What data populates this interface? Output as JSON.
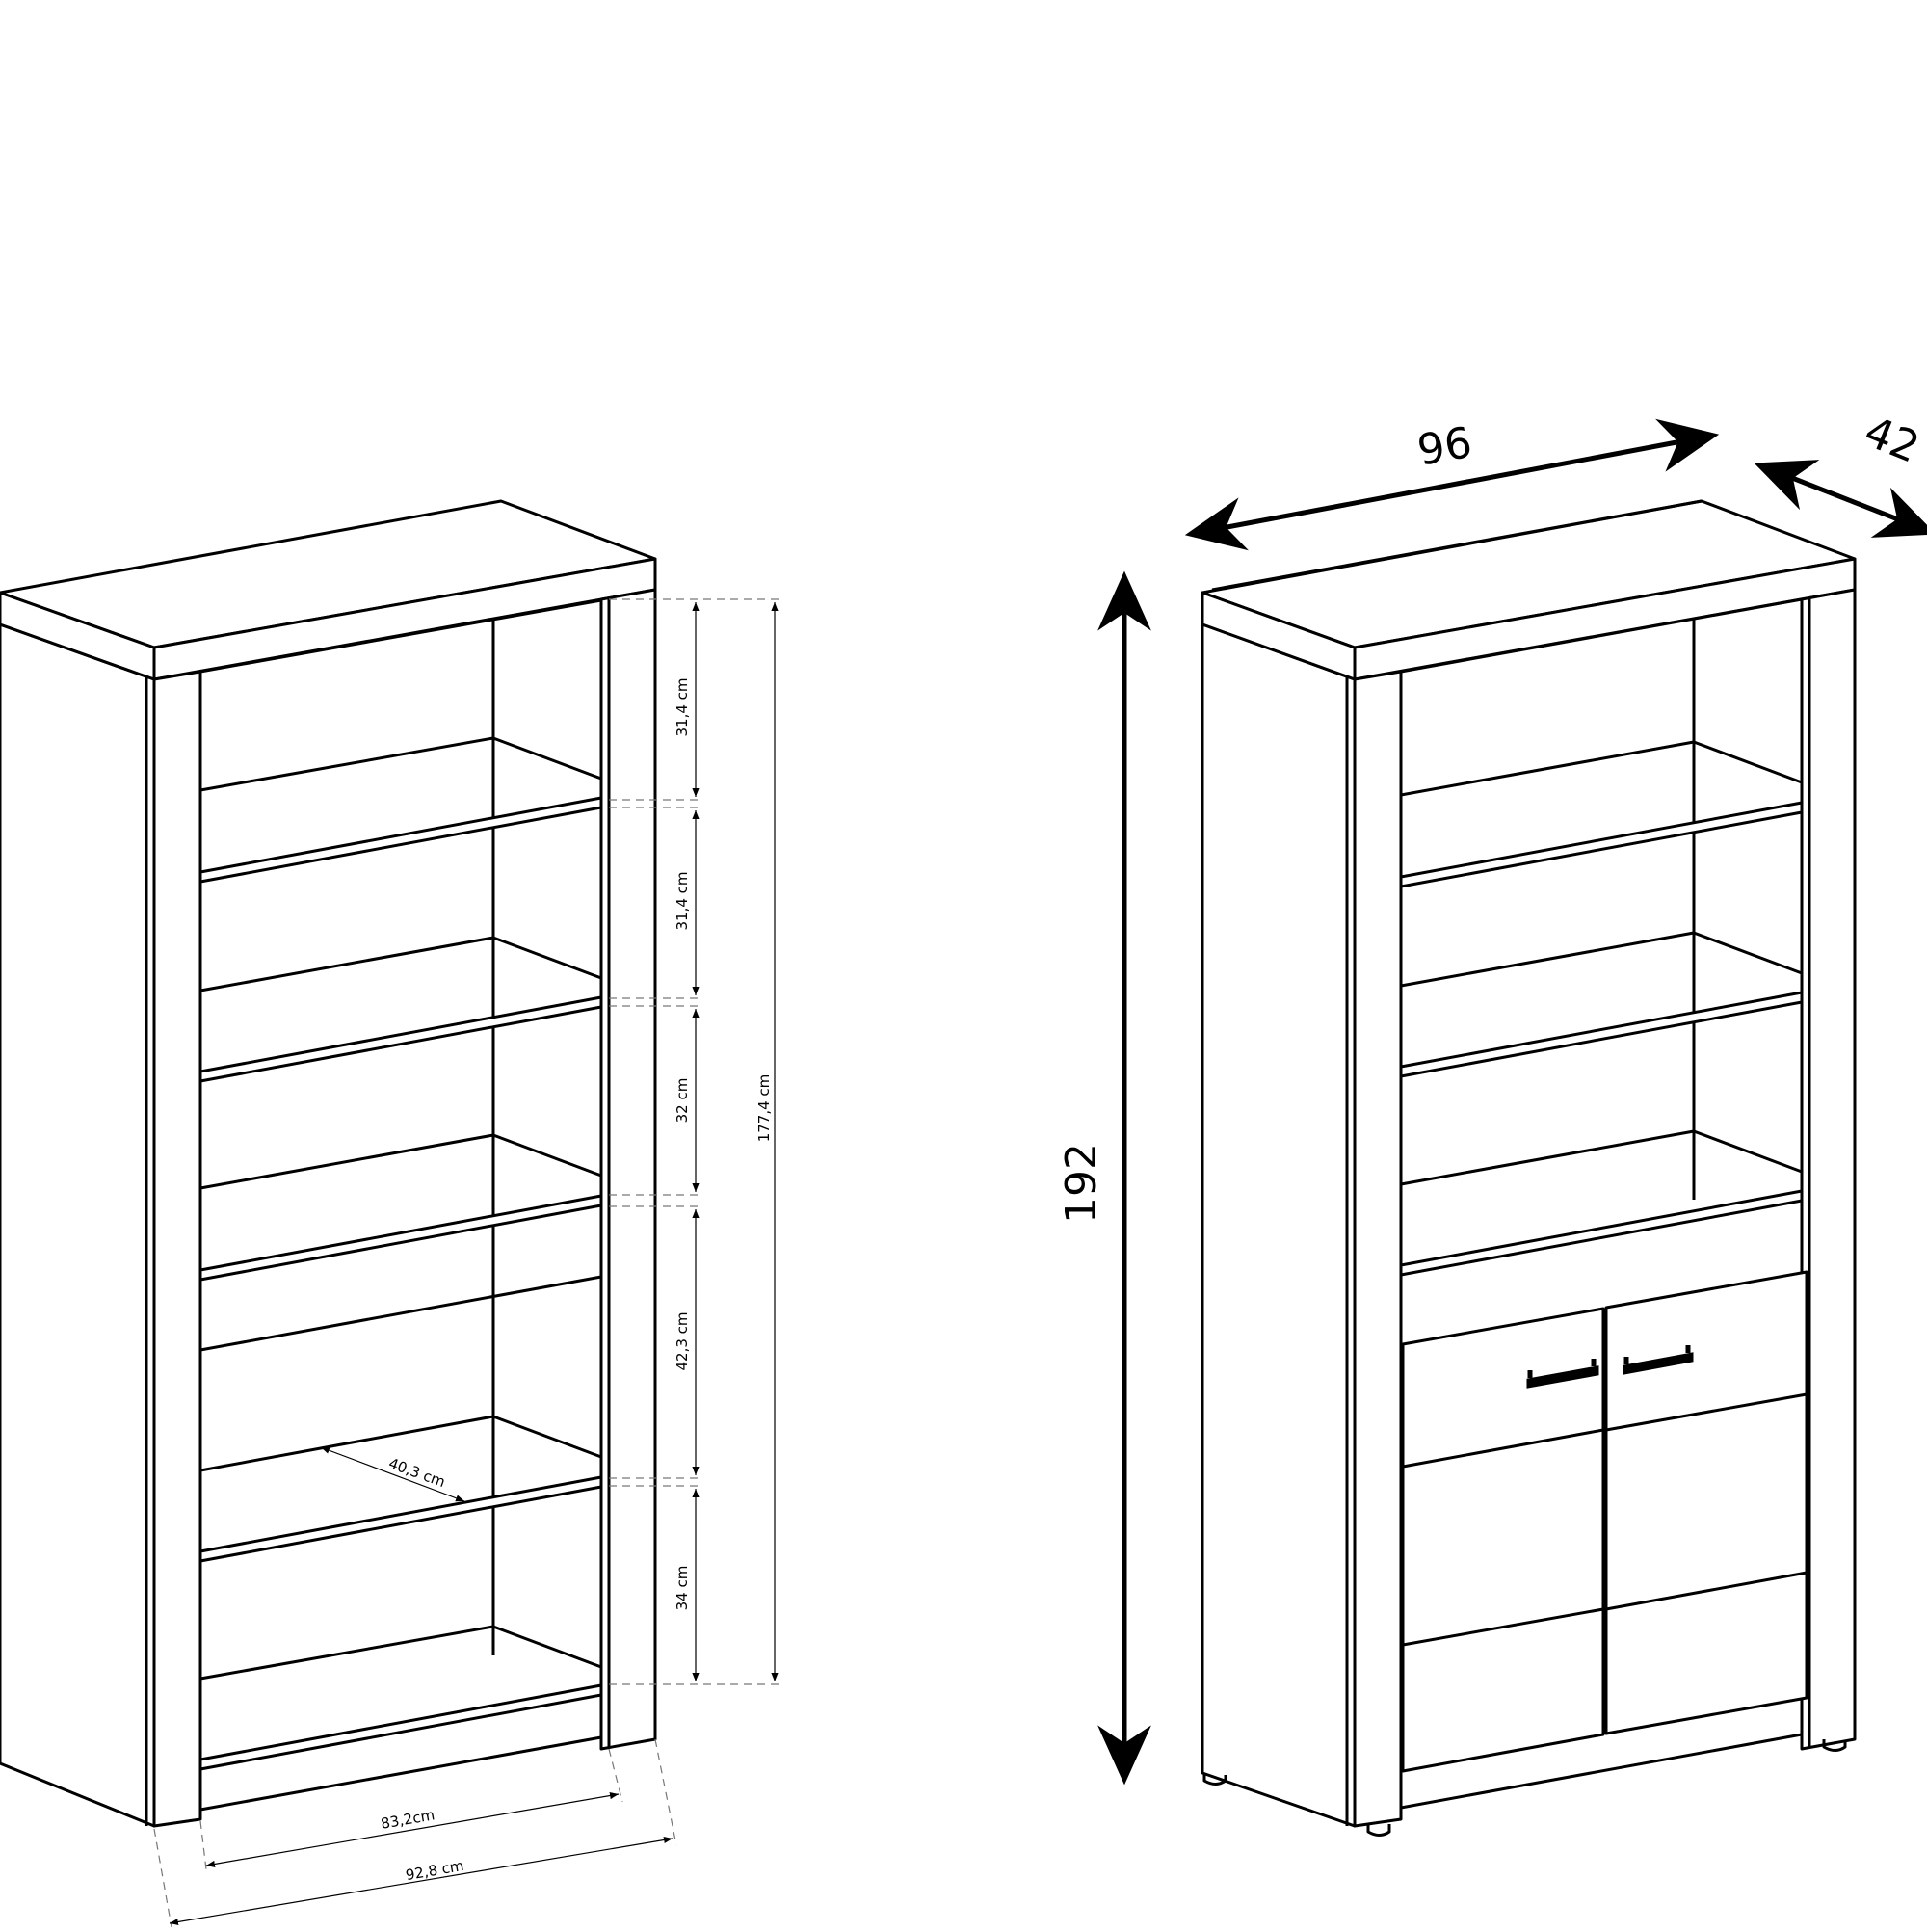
{
  "left_dims": {
    "shelf1": "31,4 cm",
    "shelf2": "31,4 cm",
    "shelf3": "32 cm",
    "shelf4": "42,3 cm",
    "shelf5": "34 cm",
    "inner_height": "177,4 cm",
    "depth": "40,3 cm",
    "inner_width": "83,2cm",
    "outer_width": "92,8 cm"
  },
  "right_dims": {
    "width": "96",
    "depth": "42",
    "height": "192"
  },
  "colors": {
    "line": "#000000",
    "dash": "#777777",
    "background": "#ffffff"
  }
}
